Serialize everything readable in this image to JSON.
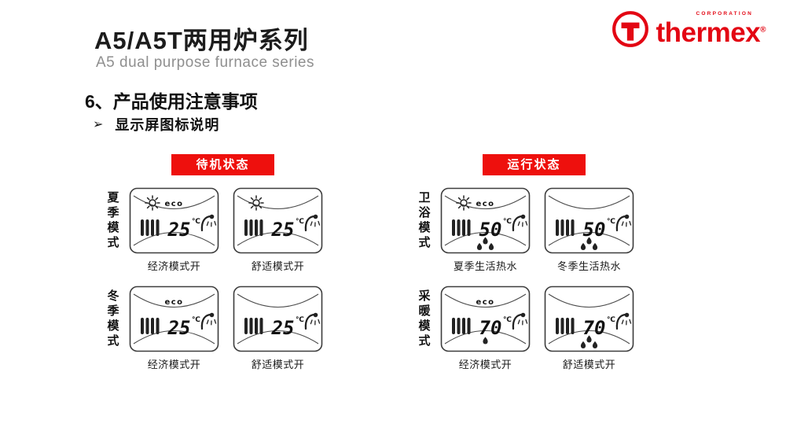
{
  "header": {
    "title": "A5/A5T两用炉系列",
    "subtitle": "A5 dual purpose furnace series",
    "brand_color": "#e30613",
    "logo": {
      "corporation": "CORPORATION",
      "wordmark": "thermex",
      "registered": "®"
    }
  },
  "section": {
    "heading": "6、产品使用注意事项",
    "bullet_marker": "➢",
    "bullet": "显示屏图标说明"
  },
  "status_colors": {
    "badge_bg": "#ee100d",
    "badge_text": "#ffffff"
  },
  "display_icons": [
    "sun-icon",
    "eco-indicator",
    "radiator-icon",
    "temperature-digits",
    "shower-icon",
    "flame-icons"
  ],
  "groups": [
    {
      "badge": "待机状态",
      "rows": [
        {
          "mode": "夏季模式",
          "panels": [
            {
              "sun": true,
              "eco": true,
              "temp": "25",
              "unit": "℃",
              "radiator": true,
              "shower": true,
              "flames": 0,
              "caption": "经济模式开"
            },
            {
              "sun": true,
              "eco": false,
              "temp": "25",
              "unit": "℃",
              "radiator": true,
              "shower": true,
              "flames": 0,
              "caption": "舒适模式开"
            }
          ]
        },
        {
          "mode": "冬季模式",
          "panels": [
            {
              "sun": false,
              "eco": true,
              "temp": "25",
              "unit": "℃",
              "radiator": true,
              "shower": true,
              "flames": 0,
              "caption": "经济模式开"
            },
            {
              "sun": false,
              "eco": false,
              "temp": "25",
              "unit": "℃",
              "radiator": true,
              "shower": true,
              "flames": 0,
              "caption": "舒适模式开"
            }
          ]
        }
      ]
    },
    {
      "badge": "运行状态",
      "rows": [
        {
          "mode": "卫浴模式",
          "panels": [
            {
              "sun": true,
              "eco": true,
              "temp": "50",
              "unit": "℃",
              "radiator": true,
              "shower": true,
              "flames": 3,
              "caption": "夏季生活热水"
            },
            {
              "sun": false,
              "eco": false,
              "temp": "50",
              "unit": "℃",
              "radiator": true,
              "shower": true,
              "flames": 3,
              "caption": "冬季生活热水"
            }
          ]
        },
        {
          "mode": "采暖模式",
          "panels": [
            {
              "sun": false,
              "eco": true,
              "temp": "70",
              "unit": "℃",
              "radiator": true,
              "shower": true,
              "flames": 1,
              "caption": "经济模式开"
            },
            {
              "sun": false,
              "eco": false,
              "temp": "70",
              "unit": "℃",
              "radiator": true,
              "shower": true,
              "flames": 3,
              "caption": "舒适模式开"
            }
          ]
        }
      ]
    }
  ]
}
